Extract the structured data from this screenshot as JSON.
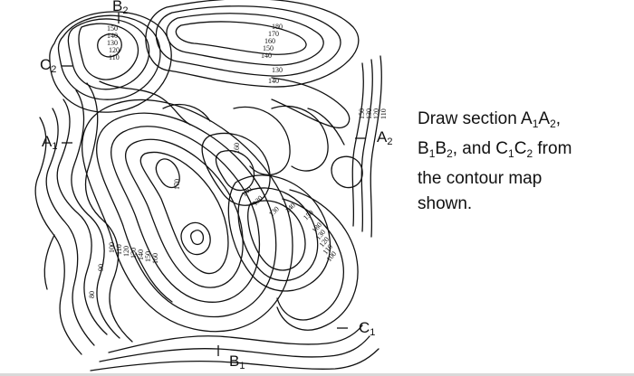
{
  "labels": {
    "a1": {
      "letter": "A",
      "sub": "1"
    },
    "a2": {
      "letter": "A",
      "sub": "2"
    },
    "b1": {
      "letter": "B",
      "sub": "1"
    },
    "b2": {
      "letter": "B",
      "sub": "2"
    },
    "c1": {
      "letter": "C",
      "sub": "1"
    },
    "c2": {
      "letter": "C",
      "sub": "2"
    }
  },
  "instruction": {
    "line1_a": "Draw section A",
    "line1_sub1": "1",
    "line1_b": "A",
    "line1_sub2": "2",
    "line1_c": ",",
    "line2_a": "B",
    "line2_sub1": "1",
    "line2_b": "B",
    "line2_sub2": "2",
    "line2_c": ", and C",
    "line2_sub3": "1",
    "line2_d": "C",
    "line2_sub4": "2",
    "line2_e": " from",
    "line3": "the contour map",
    "line4": "shown."
  },
  "contour_values": [
    "150",
    "140",
    "130",
    "120",
    "110",
    "180",
    "170",
    "160",
    "150",
    "140",
    "130",
    "140",
    "160",
    "170",
    "100",
    "110",
    "120",
    "130",
    "140",
    "150",
    "160",
    "90",
    "80",
    "140",
    "130",
    "130",
    "140",
    "150",
    "180",
    "130",
    "120",
    "110",
    "100",
    "150",
    "130",
    "120",
    "110"
  ]
}
